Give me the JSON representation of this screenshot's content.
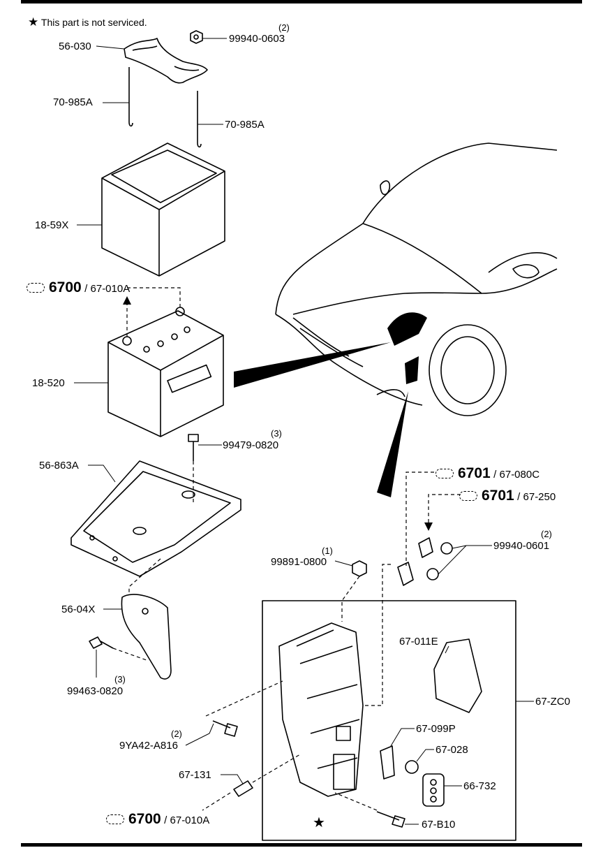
{
  "note": {
    "star": "★",
    "text": "This part is not serviced."
  },
  "labels": {
    "p56_030": "56-030",
    "p99940_0603": "99940-0603",
    "q99940_0603": "(2)",
    "p70_985A_left": "70-985A",
    "p70_985A_right": "70-985A",
    "p18_59X": "18-59X",
    "p18_520": "18-520",
    "p99479_0820": "99479-0820",
    "q99479_0820": "(3)",
    "p56_863A": "56-863A",
    "p56_04X": "56-04X",
    "p99463_0820": "99463-0820",
    "q99463_0820": "(3)",
    "p99891_0800": "99891-0800",
    "q99891_0800": "(1)",
    "p99940_0601": "99940-0601",
    "q99940_0601": "(2)",
    "p67_011E": "67-011E",
    "p67_ZC0": "67-ZC0",
    "p9YA42_A816": "9YA42-A816",
    "q9YA42_A816": "(2)",
    "p67_099P": "67-099P",
    "p67_028": "67-028",
    "p67_131": "67-131",
    "p66_732": "66-732",
    "p67_B10": "67-B10",
    "star_mark": "★"
  },
  "refs": {
    "top": {
      "num": "6700",
      "sub": "/ 67-010A"
    },
    "relay1": {
      "num": "6701",
      "sub": "/ 67-080C"
    },
    "relay2": {
      "num": "6701",
      "sub": "/ 67-250"
    },
    "bottom": {
      "num": "6700",
      "sub": "/ 67-010A"
    }
  }
}
